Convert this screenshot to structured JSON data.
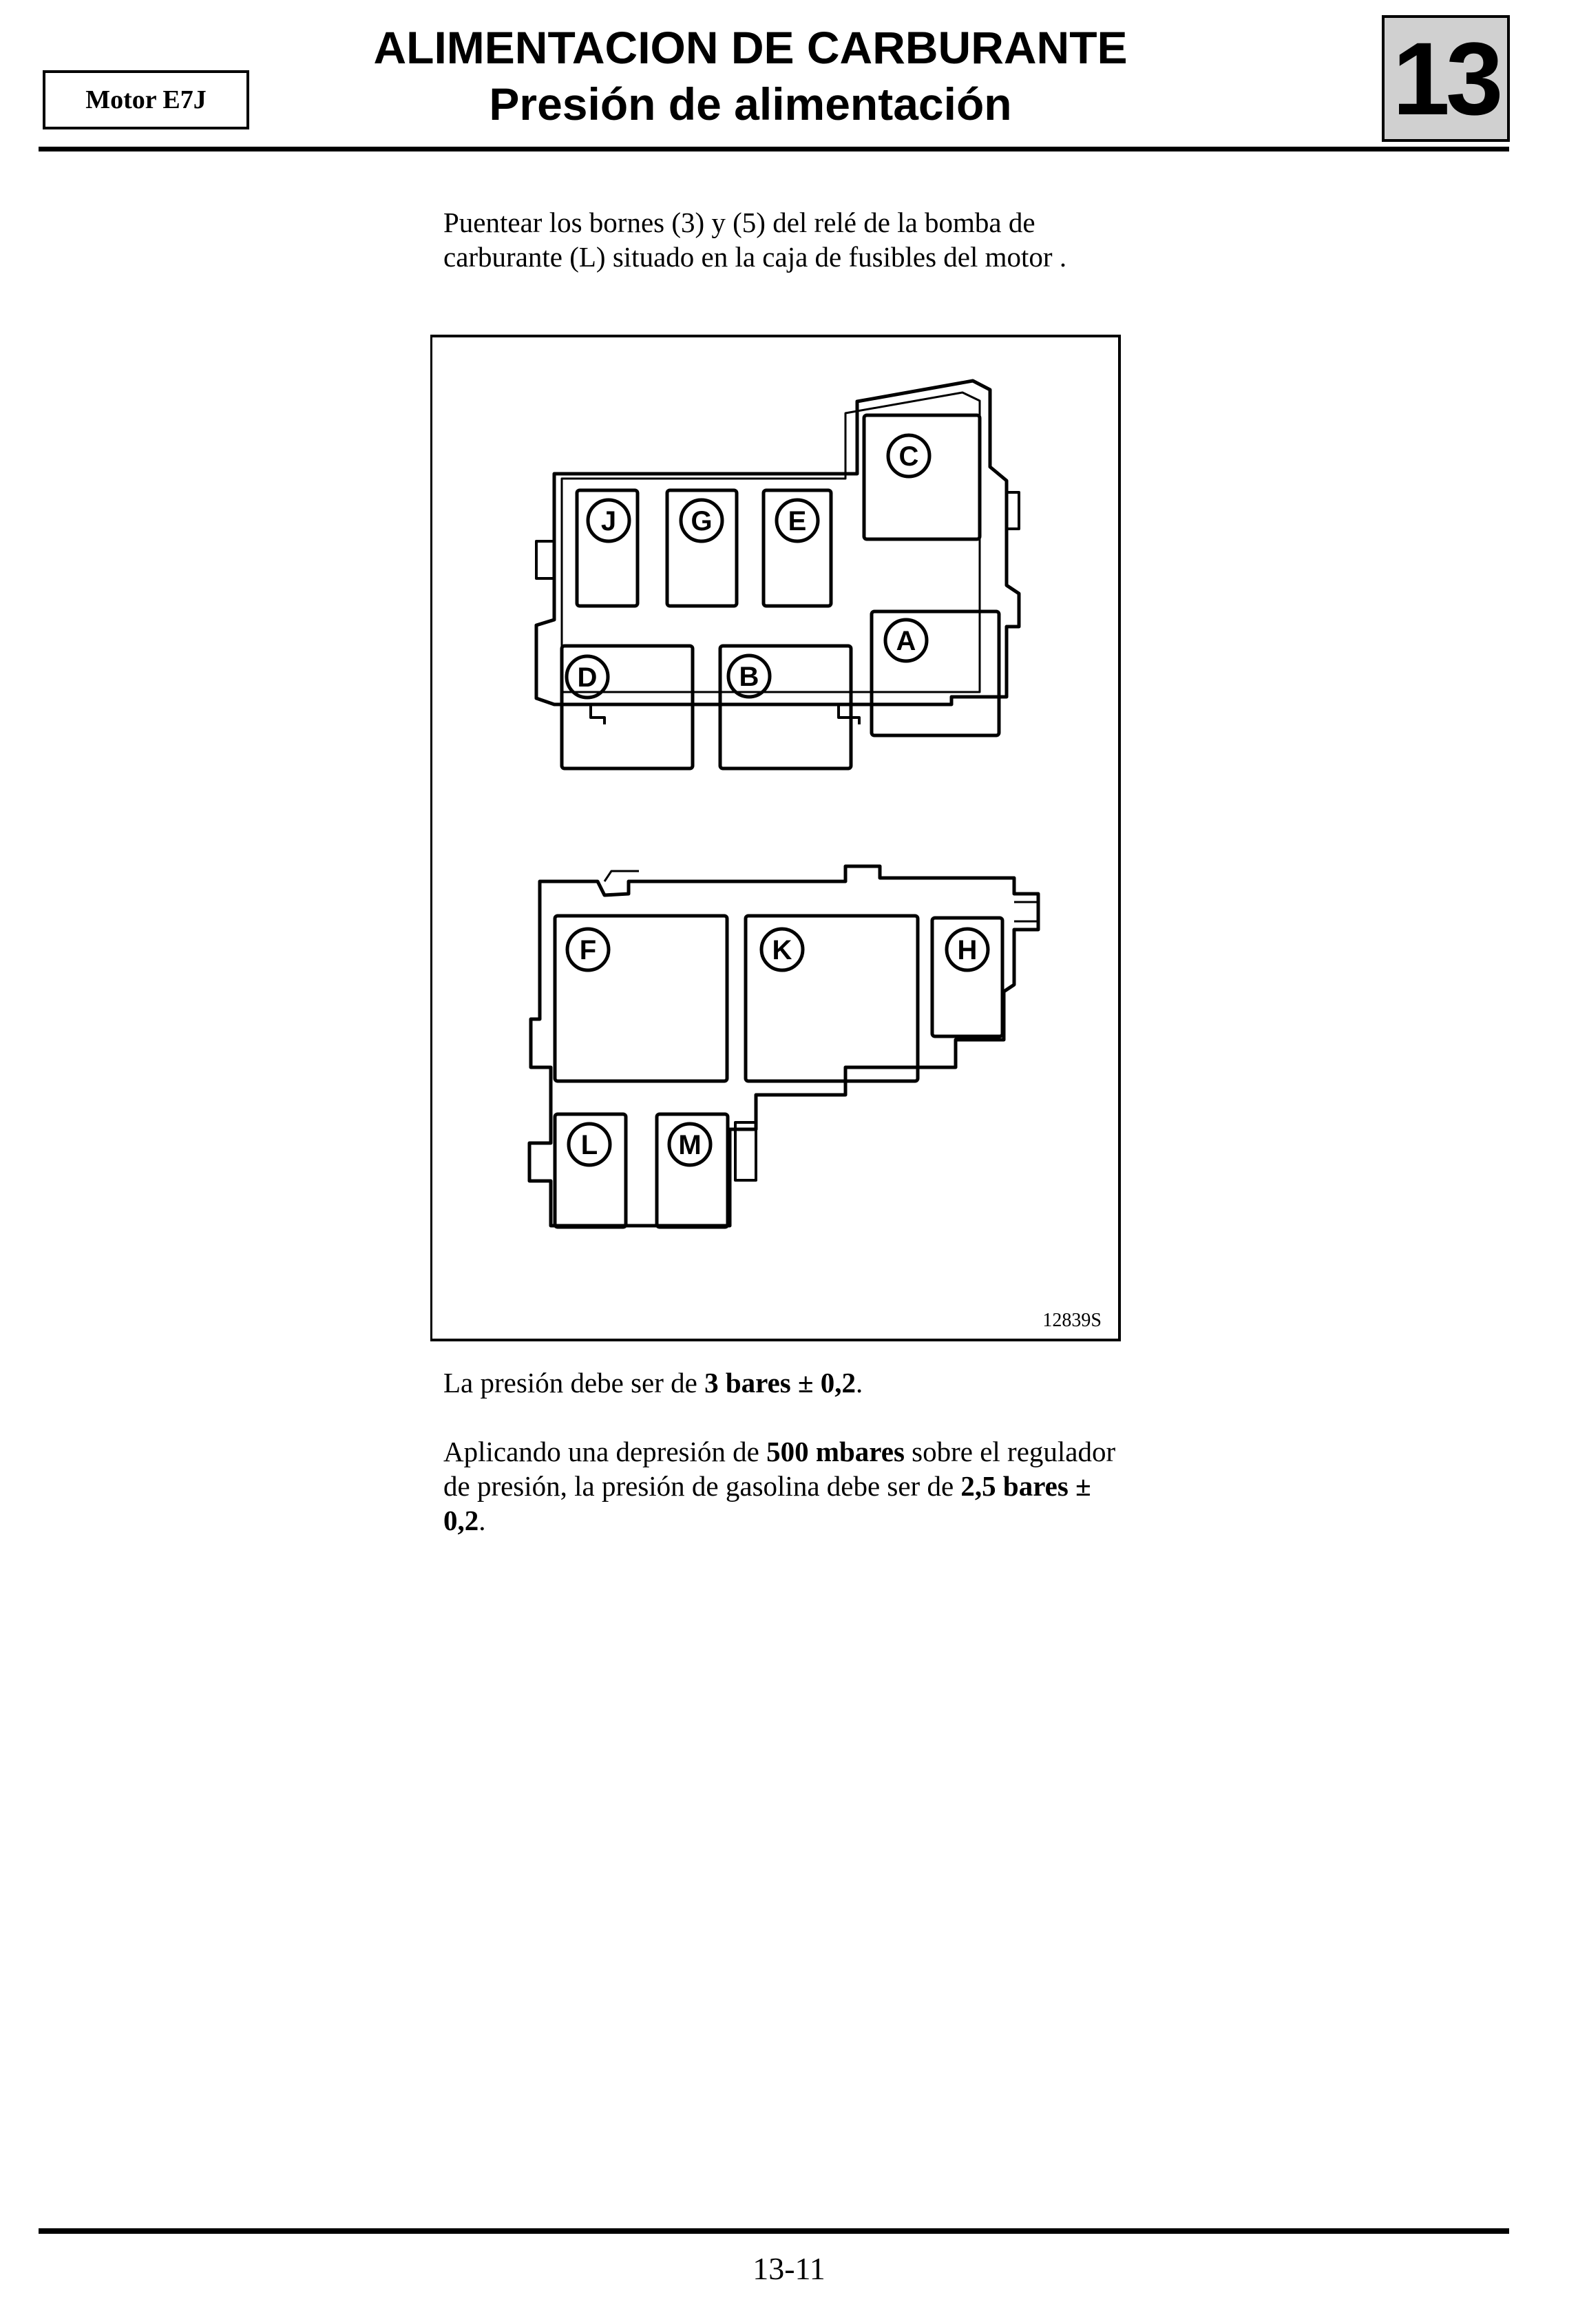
{
  "header": {
    "engine_label": "Motor E7J",
    "title": "ALIMENTACION DE CARBURANTE",
    "subtitle": "Presión de alimentación",
    "section_number": "13"
  },
  "body": {
    "intro_text": "Puentear los bornes (3) y (5) del relé de la bomba de carburante (L) situado en la caja de fusibles del motor .",
    "pressure": {
      "prefix": "La presión debe ser de ",
      "value": "3 bares ± 0,2",
      "suffix": "."
    },
    "depression": {
      "prefix": "Aplicando una depresión de ",
      "value": "500 mbares",
      "middle": " sobre el regulador de presión, la presión de gasolina debe ser de ",
      "result": "2,5 bares ± 0,2",
      "suffix": "."
    }
  },
  "figure": {
    "code": "12839S",
    "relay_labels": [
      "J",
      "G",
      "E",
      "C",
      "D",
      "B",
      "A",
      "F",
      "K",
      "H",
      "L",
      "M"
    ]
  },
  "footer": {
    "page_number": "13-11"
  }
}
